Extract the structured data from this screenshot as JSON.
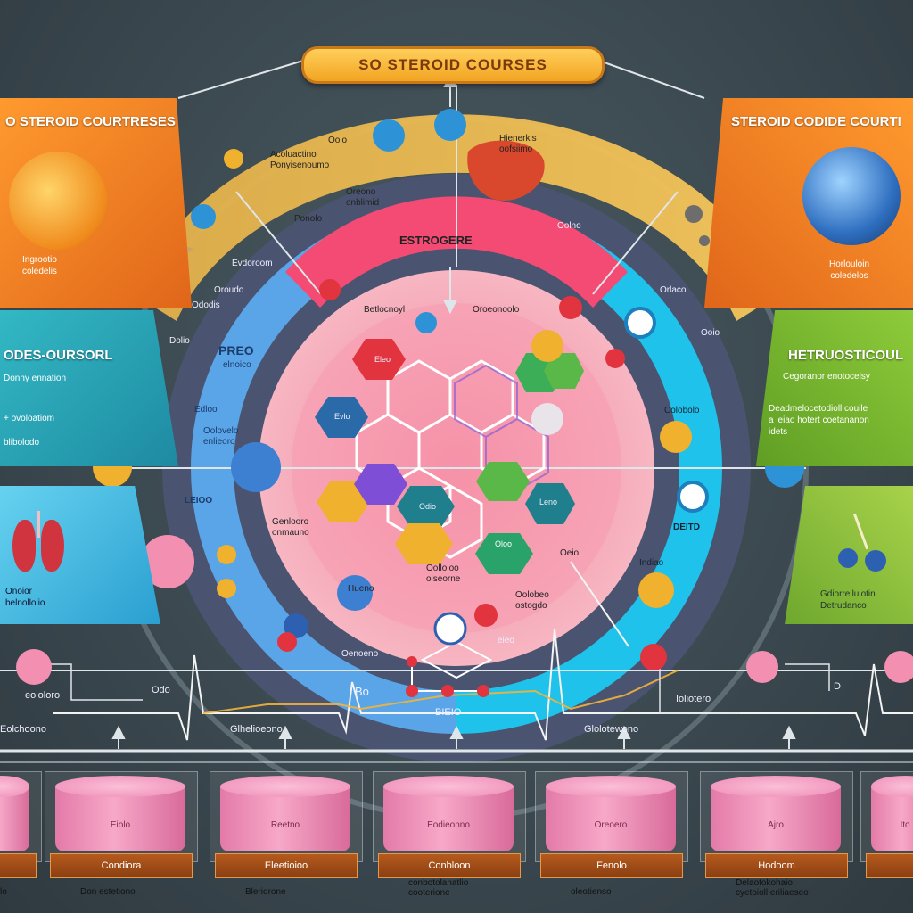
{
  "banner": {
    "title": "SO STEROID COURSES"
  },
  "panels": {
    "top_left": {
      "title": "O STEROID COURTRESES",
      "sub": "Ingrootio\ncoledelis"
    },
    "top_right": {
      "title": "STEROID CODIDE COURTI",
      "sub": "Horlouloin\ncoledelos"
    },
    "mid_left": {
      "title": "ODES-OURSORL",
      "sub1": "Donny ennation",
      "sub2": "+ ovoloatiom",
      "sub3": "blibolodo"
    },
    "mid_right": {
      "title": "HETRUOSTICOUL",
      "sub1": "Cegoranor enotocelsy",
      "sub2": "Deadmelocetodioll couile\na leiao hotert coetananon\nidets"
    },
    "bottom_left": {
      "sub": "Onoior\nbelnollolio"
    },
    "bottom_right": {
      "sub": "Gdiorrellulotin\nDetrudanco"
    }
  },
  "center": {
    "ring_title": "ESTROGERE",
    "labels": {
      "l_outer_1": "Oolo",
      "l_outer_2": "Acoluactino\nPonyisenoumo",
      "l_outer_3": "Oreono\nonblimid",
      "l_outer_4": "Ponolo",
      "l_outer_5": "Hienerkis\noofsiimo",
      "l_ring_1": "Evdoroom",
      "l_ring_2": "Oroudo",
      "l_ring_3": "Ododis",
      "l_ring_4": "Dolio",
      "l_ring_5": "PREO",
      "l_ring_6": "elnoico",
      "l_ring_7": "Edloo",
      "l_ring_8": "Oolovelo\nenlieoro",
      "l_ring_9": "LEIOO",
      "l_ring_10": "Ooio",
      "l_ring_11": "Orlaco",
      "l_ring_12": "Oolno",
      "l_ring_13": "DEITD",
      "l_ring_14": "Indiao",
      "l_ring_15": "Colobolo",
      "l_inner_1": "Betlocnoyl",
      "l_inner_2": "Oroeonoolo",
      "l_inner_3": "Genlooro\nonmauno",
      "l_inner_4": "Oolloioo\nolseorne",
      "l_inner_5": "Oolobeo\nostogdo",
      "l_inner_6": "Oeio",
      "l_inner_7": "Oenoeno",
      "l_inner_8": "Hueno",
      "l_inner_9": "eieo",
      "l_hex_1": "Eleo",
      "l_hex_2": "Evlo",
      "l_hex_3": "Odio",
      "l_hex_4": "Leno",
      "l_hex_5": "Oloo"
    }
  },
  "timeline": {
    "left_label": "eololoro",
    "left_top": "Odo",
    "mid_left": "Bo",
    "mid_node": "BIEIO",
    "right_label": "Ioliotero",
    "right_box": "D",
    "below_1": "Eolchoono",
    "below_2": "Glhelioeono",
    "below_3": "Glolotewono"
  },
  "trays": [
    {
      "drum": "",
      "strip": "",
      "foot": "lo"
    },
    {
      "drum": "Eiolo",
      "strip": "Condiora",
      "foot": "Don estetiono"
    },
    {
      "drum": "Reetno",
      "strip": "Eleetioioo",
      "foot": "Bleriorone"
    },
    {
      "drum": "Eodieonno",
      "strip": "Conbloon",
      "foot": "conbotolanatlio\ncooterione"
    },
    {
      "drum": "Oreoero",
      "strip": "Fenolo",
      "foot": "oleotienso"
    },
    {
      "drum": "Ajro",
      "strip": "Hodoom",
      "foot": "Delaotokohaio\ncyetoioll eriliaeseo"
    },
    {
      "drum": "Ito",
      "strip": "",
      "foot": ""
    }
  ],
  "colors": {
    "orange": "#f07d22",
    "teal": "#2aa2b6",
    "blue_ring": "#4f9be0",
    "cyan_ring": "#23c2e8",
    "pink_core": "#f6a0b4",
    "magenta": "#f0466e",
    "gold": "#f3b63c"
  },
  "icons": [
    "sun-icon",
    "earth-icon",
    "lungs-icon",
    "plant-roots-icon",
    "liver-icon",
    "drone-icon",
    "molecule-icon"
  ]
}
